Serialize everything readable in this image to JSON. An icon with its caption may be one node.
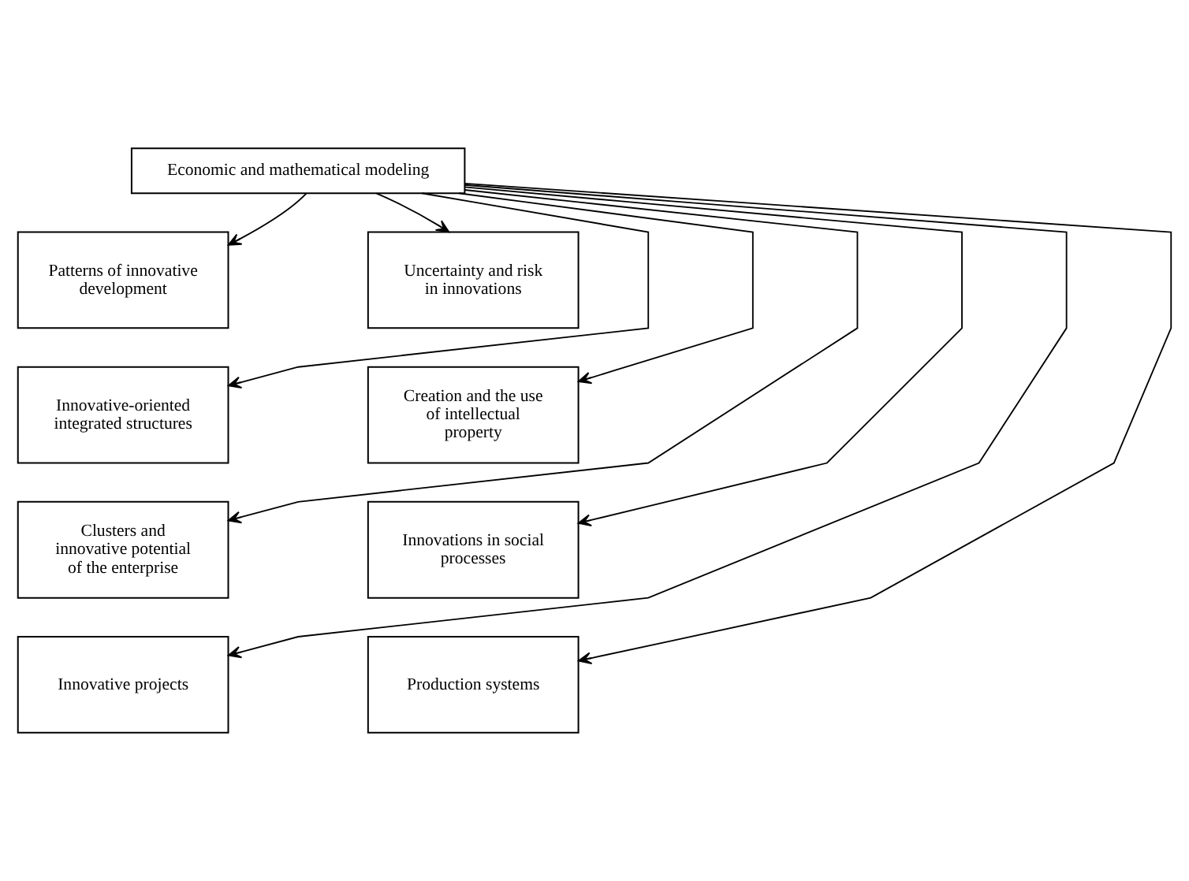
{
  "diagram": {
    "nodes": [
      {
        "text": [
          "Economic and mathematical modeling"
        ]
      },
      {
        "text": [
          "Patterns of innovative development"
        ]
      },
      {
        "text": [
          "Uncertainty and risk in innovations"
        ]
      },
      {
        "text": [
          "Innovative-oriented integrated structures"
        ]
      },
      {
        "text": [
          "Creation and the use of intellectual property"
        ]
      },
      {
        "text": [
          "Clusters and innovative potential of the enterprise"
        ]
      },
      {
        "text": [
          "Innovations in social processes"
        ]
      },
      {
        "text": [
          "Innovative projects"
        ]
      },
      {
        "text": [
          "Production systems"
        ]
      }
    ],
    "edges": [
      {
        "from": 0,
        "to": 1,
        "arrow": "to"
      },
      {
        "from": 0,
        "to": 2,
        "arrow": "to"
      },
      {
        "from": 0,
        "to": 3,
        "arrow": "to"
      },
      {
        "from": 0,
        "to": 4,
        "arrow": "to"
      },
      {
        "from": 0,
        "to": 5,
        "arrow": "to"
      },
      {
        "from": 0,
        "to": 6,
        "arrow": "to"
      },
      {
        "from": 0,
        "to": 7,
        "arrow": "to"
      },
      {
        "from": 0,
        "to": 8,
        "arrow": "to"
      }
    ]
  }
}
